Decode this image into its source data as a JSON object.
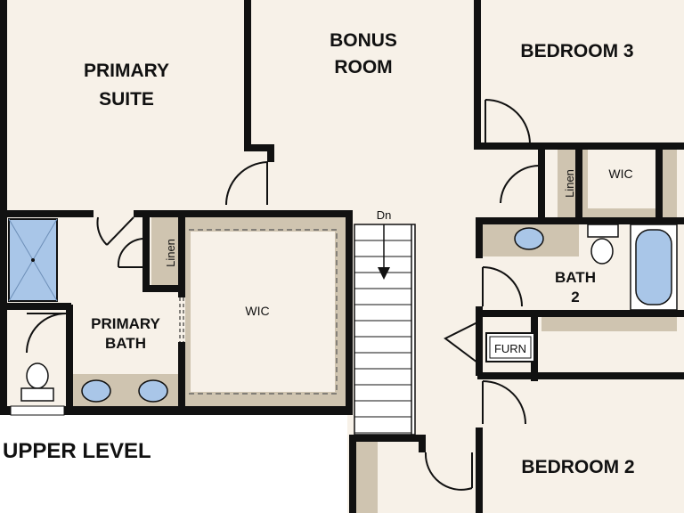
{
  "plan": {
    "level_label": "UPPER LEVEL",
    "colors": {
      "floor": "#f7f1e8",
      "wall": "#111111",
      "closet_band": "#cfc4b0",
      "fixture_blue": "#a9c6e8",
      "white": "#ffffff"
    },
    "rooms": {
      "primary_suite": [
        "PRIMARY",
        "SUITE"
      ],
      "bonus_room": [
        "BONUS",
        "ROOM"
      ],
      "bedroom_3": "BEDROOM 3",
      "bedroom_2": "BEDROOM 2",
      "primary_bath": [
        "PRIMARY",
        "BATH"
      ],
      "bath_2": [
        "BATH",
        "2"
      ],
      "wic_primary": "WIC",
      "wic_bedroom3": "WIC"
    },
    "labels": {
      "linen_primary": "Linen",
      "linen_hall": "Linen",
      "stairs": "Dn",
      "furnace": "FURN"
    }
  }
}
